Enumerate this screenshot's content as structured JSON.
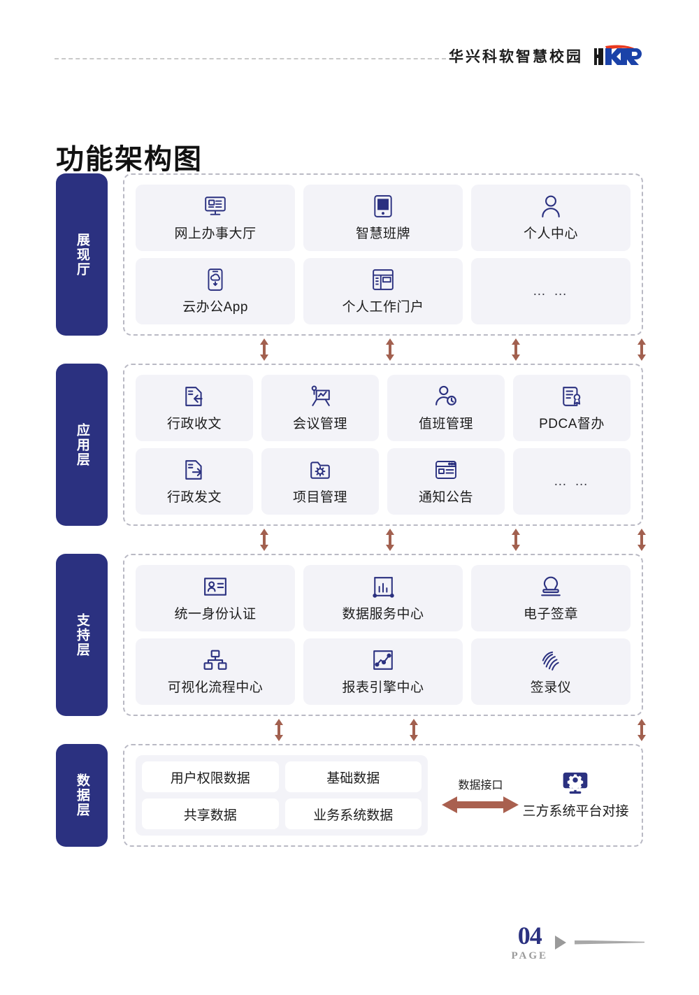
{
  "header": {
    "brand_text": "华兴科软智慧校园",
    "logo_text": "HKR"
  },
  "page_title": "功能架构图",
  "diagram": {
    "layers": [
      {
        "id": "presentation",
        "label": "展现厅",
        "columns": 3,
        "rows": [
          [
            {
              "label": "网上办事大厅",
              "icon": "monitor-form-icon"
            },
            {
              "label": "智慧班牌",
              "icon": "tablet-icon"
            },
            {
              "label": "个人中心",
              "icon": "person-icon"
            }
          ],
          [
            {
              "label": "云办公App",
              "icon": "mobile-cloud-icon"
            },
            {
              "label": "个人工作门户",
              "icon": "dashboard-layout-icon"
            },
            {
              "label": "… …",
              "icon": "none"
            }
          ]
        ]
      },
      {
        "id": "application",
        "label": "应用层",
        "columns": 4,
        "rows": [
          [
            {
              "label": "行政收文",
              "icon": "document-in-icon"
            },
            {
              "label": "会议管理",
              "icon": "presentation-chart-icon"
            },
            {
              "label": "值班管理",
              "icon": "person-clock-icon"
            },
            {
              "label": "PDCA督办",
              "icon": "document-badge-icon"
            }
          ],
          [
            {
              "label": "行政发文",
              "icon": "document-out-icon"
            },
            {
              "label": "项目管理",
              "icon": "folder-gear-icon"
            },
            {
              "label": "通知公告",
              "icon": "announcement-window-icon"
            },
            {
              "label": "… …",
              "icon": "none"
            }
          ]
        ]
      },
      {
        "id": "support",
        "label": "支持层",
        "columns": 3,
        "rows": [
          [
            {
              "label": "统一身份认证",
              "icon": "id-card-icon"
            },
            {
              "label": "数据服务中心",
              "icon": "bar-chart-box-icon"
            },
            {
              "label": "电子签章",
              "icon": "stamp-icon"
            }
          ],
          [
            {
              "label": "可视化流程中心",
              "icon": "org-tree-icon"
            },
            {
              "label": "报表引擎中心",
              "icon": "line-chart-box-icon"
            },
            {
              "label": "签录仪",
              "icon": "fingerprint-icon"
            }
          ]
        ]
      }
    ],
    "data_layer": {
      "label": "数据层",
      "pills": [
        [
          "用户权限数据",
          "基础数据"
        ],
        [
          "共享数据",
          "业务系统数据"
        ]
      ],
      "interface_label": "数据接口",
      "third_party": {
        "label": "三方系统平台对接",
        "icon": "monitor-gear-icon"
      }
    },
    "connectors": {
      "icon": "double-arrow-vertical-icon",
      "gap_1_offsets": [
        200,
        380,
        560,
        740
      ],
      "gap_2_offsets": [
        200,
        380,
        560,
        740
      ],
      "gap_3_offsets": [
        220,
        415,
        740
      ]
    }
  },
  "footer": {
    "page_number": "04",
    "page_word": "PAGE"
  },
  "colors": {
    "brand_navy": "#2b3180",
    "card_bg": "#f3f3f8",
    "connector": "#a2604f",
    "dashed_border": "#b9b9c4"
  }
}
